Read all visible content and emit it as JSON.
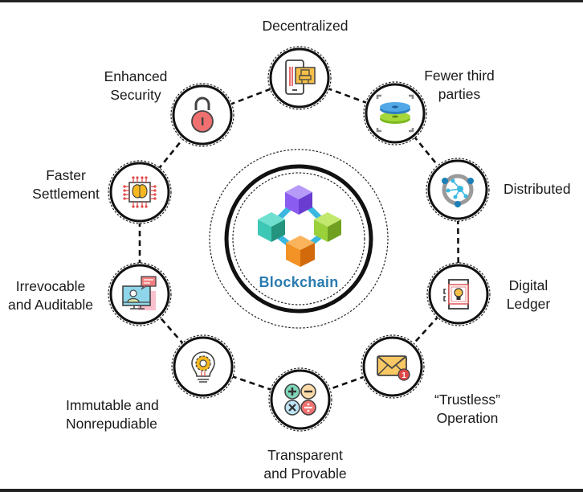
{
  "diagram": {
    "type": "hub-and-ring",
    "hub": {
      "label": "Blockchain",
      "icon": "blockchain-cubes-icon",
      "label_color": "#2a7bb0"
    },
    "nodes": [
      {
        "id": "decentralized",
        "label_lines": [
          "Decentralized"
        ],
        "icon": "mobile-robot-icon"
      },
      {
        "id": "fewer-third-parties",
        "label_lines": [
          "Fewer third",
          "parties"
        ],
        "icon": "stacked-discs-icon"
      },
      {
        "id": "distributed",
        "label_lines": [
          "Distributed"
        ],
        "icon": "network-nodes-icon"
      },
      {
        "id": "digital-ledger",
        "label_lines": [
          "Digital",
          "Ledger"
        ],
        "icon": "ledger-lightbulb-icon"
      },
      {
        "id": "trustless-operation",
        "label_lines": [
          "“Trustless”",
          "Operation"
        ],
        "icon": "envelope-notification-icon"
      },
      {
        "id": "transparent-provable",
        "label_lines": [
          "Transparent",
          "and Provable"
        ],
        "icon": "math-operators-icon"
      },
      {
        "id": "immutable-nonrepudiable",
        "label_lines": [
          "Immutable and",
          "Nonrepudiable"
        ],
        "icon": "lightbulb-gear-icon"
      },
      {
        "id": "irrevocable-auditable",
        "label_lines": [
          "Irrevocable",
          "and Auditable"
        ],
        "icon": "monitor-chat-icon"
      },
      {
        "id": "faster-settlement",
        "label_lines": [
          "Faster",
          "Settlement"
        ],
        "icon": "brain-chip-icon"
      },
      {
        "id": "enhanced-security",
        "label_lines": [
          "Enhanced",
          "Security"
        ],
        "icon": "padlock-icon"
      }
    ],
    "colors": {
      "ring": "#111111",
      "cube_purple": "#8b5cf0",
      "cube_teal": "#3cc8b4",
      "cube_green": "#9ad03a",
      "cube_orange": "#f39325",
      "connector": "#3ab8e0"
    }
  }
}
